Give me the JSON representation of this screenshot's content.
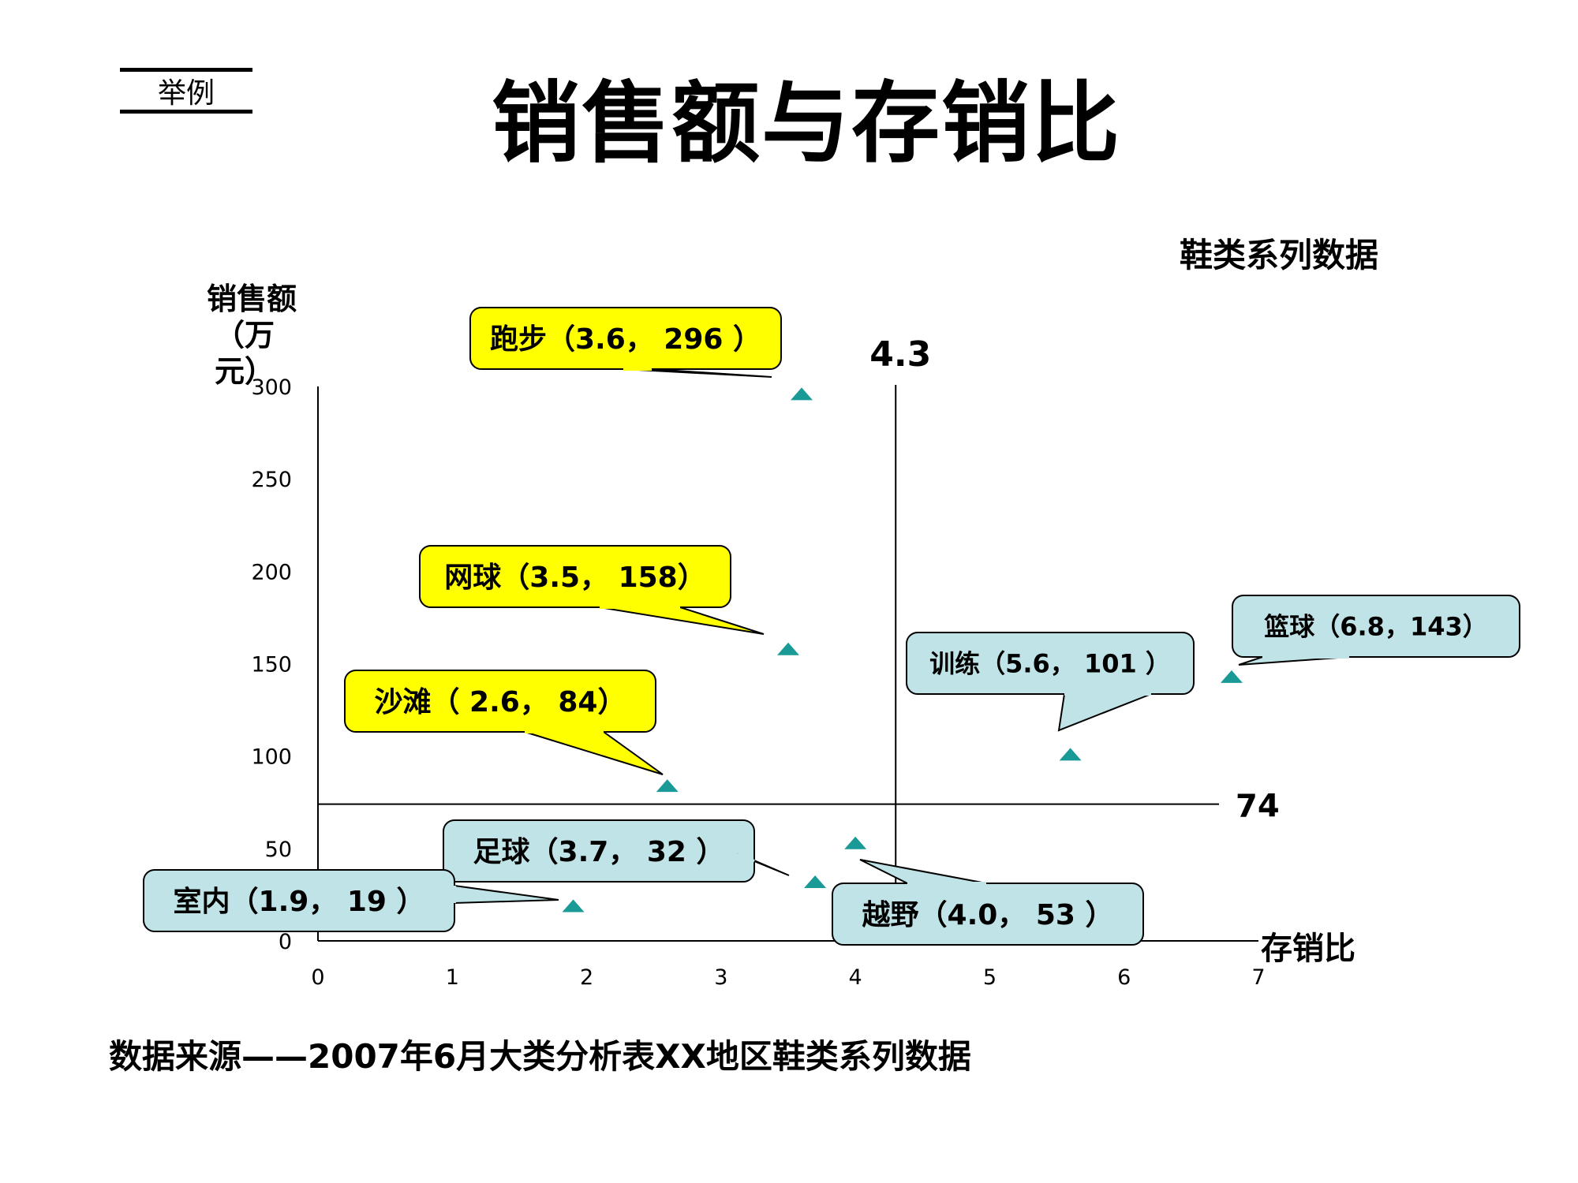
{
  "header": {
    "example_label": "举例",
    "title": "销售额与存销比"
  },
  "subtitle": "鞋类系列数据",
  "ylabel_line1": "销售额",
  "ylabel_line2": "（万元）",
  "source": "数据来源——2007年6月大类分析表XX地区鞋类系列数据",
  "colors": {
    "marker": "#1a9a96",
    "callout_yellow": "#ffff00",
    "callout_blue": "#bfe3e6",
    "axis": "#000000"
  },
  "chart_data": {
    "type": "scatter",
    "xlabel": "存销比",
    "ylabel": "销售额（万元）",
    "xlim": [
      0,
      7
    ],
    "ylim": [
      0,
      300
    ],
    "x_ticks": [
      0,
      1,
      2,
      3,
      4,
      5,
      6,
      7
    ],
    "y_ticks": [
      0,
      50,
      100,
      150,
      200,
      250,
      300
    ],
    "grid": false,
    "reference_lines": {
      "vertical": {
        "x": 4.3,
        "label": "4.3"
      },
      "horizontal": {
        "y": 74,
        "label": "74"
      }
    },
    "points": [
      {
        "x": 3.6,
        "y": 296,
        "label": "跑步（3.6， 296 ）",
        "color": "yellow"
      },
      {
        "x": 3.5,
        "y": 158,
        "label": "网球（3.5， 158）",
        "color": "yellow"
      },
      {
        "x": 2.6,
        "y": 84,
        "label": "沙滩（ 2.6， 84）",
        "color": "yellow"
      },
      {
        "x": 5.6,
        "y": 101,
        "label": "训练（5.6， 101 ）",
        "color": "blue"
      },
      {
        "x": 6.8,
        "y": 143,
        "label": "篮球（6.8，143）",
        "color": "blue"
      },
      {
        "x": 3.7,
        "y": 32,
        "label": "足球（3.7， 32 ）",
        "color": "blue"
      },
      {
        "x": 1.9,
        "y": 19,
        "label": "室内（1.9， 19 ）",
        "color": "blue"
      },
      {
        "x": 4.0,
        "y": 53,
        "label": "越野（4.0， 53 ）",
        "color": "blue"
      }
    ]
  }
}
